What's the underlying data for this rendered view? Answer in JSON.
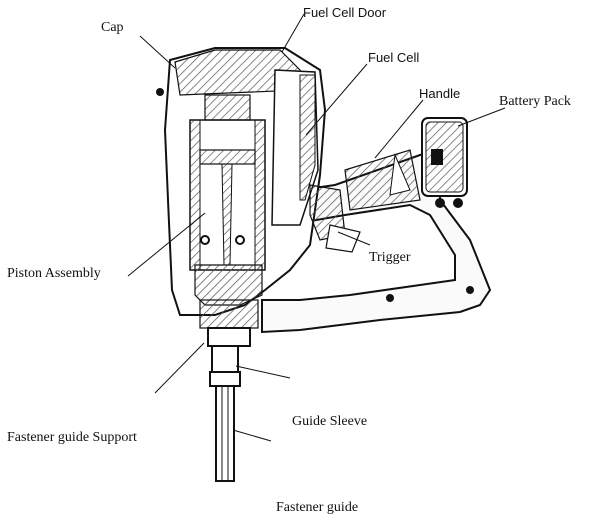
{
  "diagram": {
    "labels": {
      "cap": "Cap",
      "fuel_cell_door": "Fuel Cell Door",
      "fuel_cell": "Fuel Cell",
      "handle": "Handle",
      "battery_pack": "Battery Pack",
      "trigger": "Trigger",
      "piston_assembly": "Piston Assembly",
      "guide_sleeve": "Guide Sleeve",
      "fastener_guide_support": "Fastener guide Support",
      "fastener_guide": "Fastener guide"
    },
    "colors": {
      "ink": "#111111",
      "hatch": "#555555",
      "background": "#ffffff"
    }
  }
}
